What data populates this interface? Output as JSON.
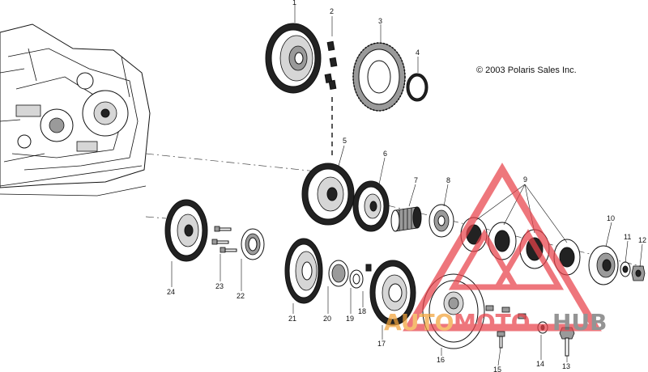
{
  "diagram": {
    "copyright": "© 2003 Polaris Sales Inc.",
    "watermark": {
      "text_a": "AUTO",
      "text_b": "MOTO",
      "text_c": "HUB",
      "color_red": "#e8424a",
      "color_orange": "#f2a33a",
      "color_grey": "#6b6b6b"
    },
    "callouts": [
      "1",
      "2",
      "3",
      "4",
      "5",
      "6",
      "7",
      "8",
      "9",
      "10",
      "11",
      "12",
      "13",
      "14",
      "15",
      "16",
      "17",
      "18",
      "19",
      "20",
      "21",
      "22",
      "23",
      "24"
    ]
  }
}
